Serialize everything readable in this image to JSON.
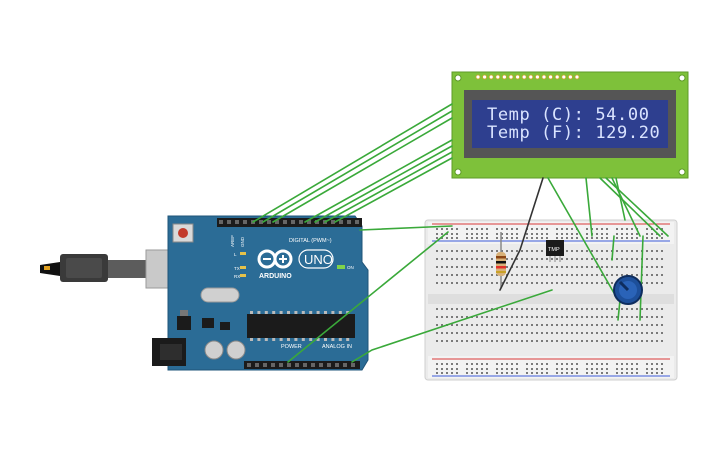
{
  "lcd": {
    "line1": "Temp (C): 54.00",
    "line2": "Temp (F): 129.20"
  },
  "arduino": {
    "brand": "ARDUINO",
    "model": "UNO",
    "on_label": "ON",
    "digital_label": "DIGITAL (PWM~)",
    "power_label": "POWER",
    "analog_label": "ANALOG IN",
    "tx_label": "TX",
    "rx_label": "RX",
    "l_label": "L",
    "aref_label": "AREF",
    "gnd_label": "GND"
  },
  "sensor": {
    "label": "TMP"
  },
  "colors": {
    "board": "#2b6c96",
    "lcd_pcb": "#7ec13a",
    "lcd_screen": "#2e3f8f",
    "wire": "#3aa93a",
    "breadboard": "#e9e9e9",
    "rail_red": "#d9383a",
    "potentiometer": "#1d4f9a"
  }
}
